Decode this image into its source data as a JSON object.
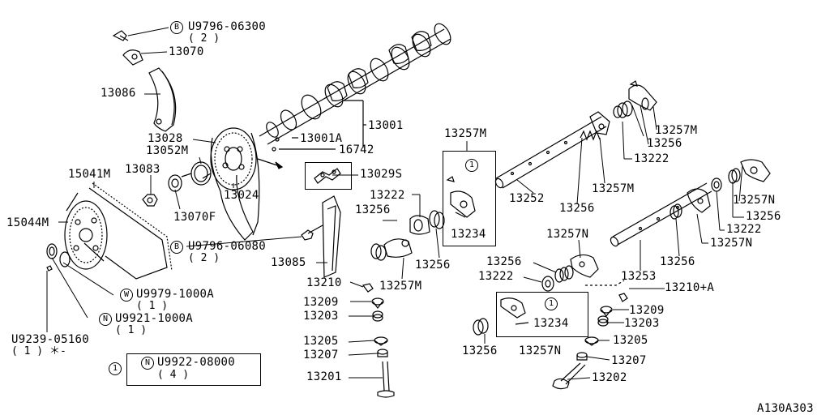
{
  "labels": {
    "u9796_06300": "U9796-06300",
    "u9796_06300_qty": "( 2 )",
    "p13070": "13070",
    "p13086": "13086",
    "p13028": "13028",
    "p13052m": "13052M",
    "p13083": "13083",
    "p15041m": "15041M",
    "p15044m": "15044M",
    "p13070f": "13070F",
    "p13024": "13024",
    "p13001": "13001",
    "p13001a": "13001A",
    "p16742": "16742",
    "p13029s": "13029S",
    "u9796_06080": "U9796-06080",
    "u9796_06080_qty": "( 2 )",
    "p13085": "13085",
    "u9979_1000a": "U9979-1000A",
    "u9979_1000a_qty": "( 1 )",
    "u9921_1000a": "U9921-1000A",
    "u9921_1000a_qty": "( 1 )",
    "u9239_05160": "U9239-05160",
    "u9239_05160_qty": "( 1 ) ＊-",
    "u9922_08000": "U9922-08000",
    "u9922_08000_qty": "( 4 )",
    "p13257m_a": "13257M",
    "p13257m_b": "13257M",
    "p13257m_c": "13257M",
    "p13257m_d": "13257M",
    "p13256_a": "13256",
    "p13256_b": "13256",
    "p13256_c": "13256",
    "p13256_d": "13256",
    "p13256_e": "13256",
    "p13256_f": "13256",
    "p13256_g": "13256",
    "p13256_h": "13256",
    "p13222_a": "13222",
    "p13222_b": "13222",
    "p13222_c": "13222",
    "p13222_d": "13222",
    "p13252": "13252",
    "p13234_a": "13234",
    "p13234_b": "13234",
    "p13257n_a": "13257N",
    "p13257n_b": "13257N",
    "p13257n_c": "13257N",
    "p13257n_d": "13257N",
    "p13253": "13253",
    "p13210": "13210",
    "p13210a": "13210+A",
    "p13209_a": "13209",
    "p13209_b": "13209",
    "p13203_a": "13203",
    "p13203_b": "13203",
    "p13205_a": "13205",
    "p13205_b": "13205",
    "p13207_a": "13207",
    "p13207_b": "13207",
    "p13201": "13201",
    "p13202": "13202",
    "ref_code": "A130A303"
  },
  "markers": {
    "b": "B",
    "w": "W",
    "n": "N",
    "one": "1"
  }
}
